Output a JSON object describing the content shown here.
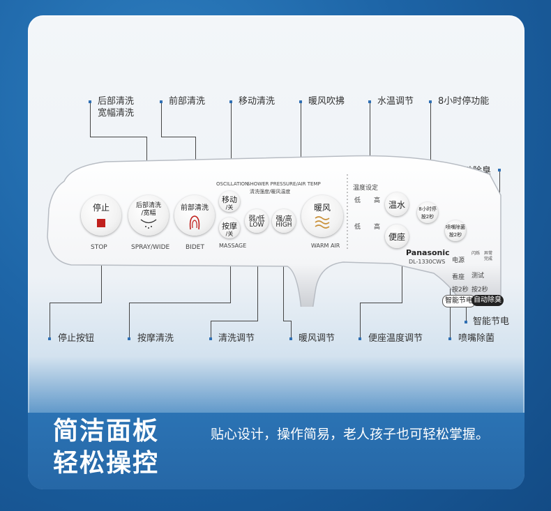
{
  "headline": {
    "line1": "简洁面板",
    "line2": "轻松操控"
  },
  "description": "贴心设计，操作简易，老人孩子也可轻松掌握。",
  "top_labels": {
    "rear_wash_1": "后部清洗",
    "rear_wash_2": "宽幅清洗",
    "front_wash": "前部清洗",
    "move_wash": "移动清洗",
    "warm_air": "暖风吹拂",
    "water_temp": "水温调节",
    "timer": "8小时停功能",
    "deodorize": "自动除臭"
  },
  "bottom_labels": {
    "stop": "停止按钮",
    "massage": "按摩清洗",
    "wash_adjust": "清洗调节",
    "air_adjust": "暖风调节",
    "seat_temp": "便座温度调节",
    "nozzle_clean": "喷嘴除菌",
    "eco": "智能节电"
  },
  "panel": {
    "stop": "停止",
    "stop_en": "STOP",
    "rear": "后部清洗",
    "rear_sub": "/宽幅",
    "rear_en": "SPRAY/WIDE",
    "front": "前部清洗",
    "front_en": "BIDET",
    "oscillation_en": "OSCILLATION",
    "move": "移动",
    "move_sub": "/关",
    "massage": "按摩",
    "massage_sub": "/关",
    "massage_en": "MASSAGE",
    "pressure_en": "SHOWER PRESSURE/AIR TEMP",
    "pressure_cn": "清洗强度/暖风温度",
    "weak": "弱/低",
    "weak_en": "LOW",
    "strong": "强/高",
    "strong_en": "HIGH",
    "warm": "暖风",
    "warm_en": "WARM AIR",
    "temp_setting": "温度设定",
    "low1": "低",
    "high1": "高",
    "low2": "低",
    "high2": "高",
    "water": "温水",
    "seat": "便座",
    "brand": "Panasonic",
    "model": "DL-1330CWS",
    "timer_btn": "8小时停",
    "timer_sub": "按2秒",
    "nozzle_btn": "喷嘴除菌",
    "nozzle_sub": "按2秒",
    "power": "电源",
    "blink": "闪烁",
    "flash": "异常",
    "done": "完成",
    "see": "看座",
    "test": "测试",
    "press2a": "按2秒",
    "press2b": "按2秒",
    "eco": "智能节电",
    "deo": "自动除臭"
  },
  "colors": {
    "accent": "#2f6fb3",
    "stop_red": "#c0201d",
    "warm_gold": "#c9913a"
  }
}
